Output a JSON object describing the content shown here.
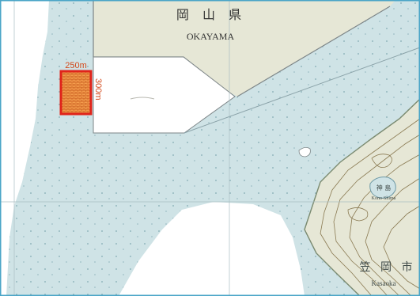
{
  "map": {
    "region_jp": "岡 山 県",
    "region_en": "OKAYAMA",
    "island_jp": "神 島",
    "island_en": "Kono-Shima",
    "city_jp": "笠 岡 市",
    "city_en": "Kasaoka"
  },
  "site": {
    "width_label": "250m",
    "height_label": "300m",
    "color": "#e0241b"
  },
  "colors": {
    "sea": "#cfe3e6",
    "land": "#e6e7d6",
    "white_land": "#ffffff",
    "contour": "#8a7a52",
    "frame": "#4aa5c7"
  }
}
